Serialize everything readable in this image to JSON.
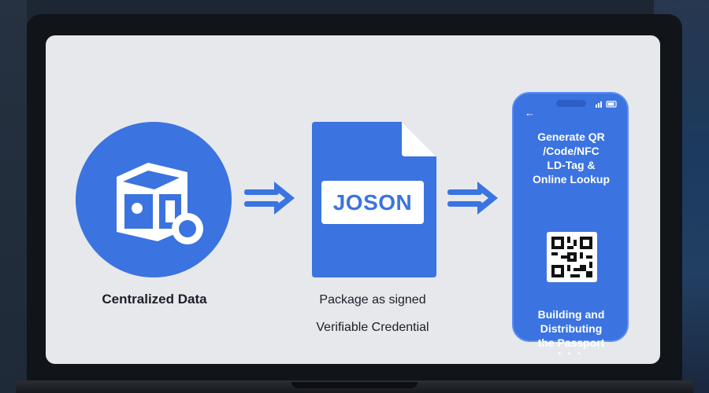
{
  "steps": [
    {
      "label": "Centralized Data",
      "icon": "data-cube-icon"
    },
    {
      "label_line1": "Package as signed",
      "label_line2": "Verifiable Credential",
      "doc_text": "JOSON",
      "icon": "document-icon"
    },
    {
      "phone_top_lines": [
        "Generate QR",
        "/Code/NFC",
        "LD-Tag &",
        "Online Lookup"
      ],
      "phone_bottom_lines": [
        "Building and",
        "Distributing",
        "the Passport"
      ],
      "back_glyph": "←",
      "dots": "• • •",
      "icon": "qr-code-icon"
    }
  ],
  "colors": {
    "accent": "#3b73e0",
    "screen": "#e6e8ec",
    "text": "#1b1f27"
  }
}
